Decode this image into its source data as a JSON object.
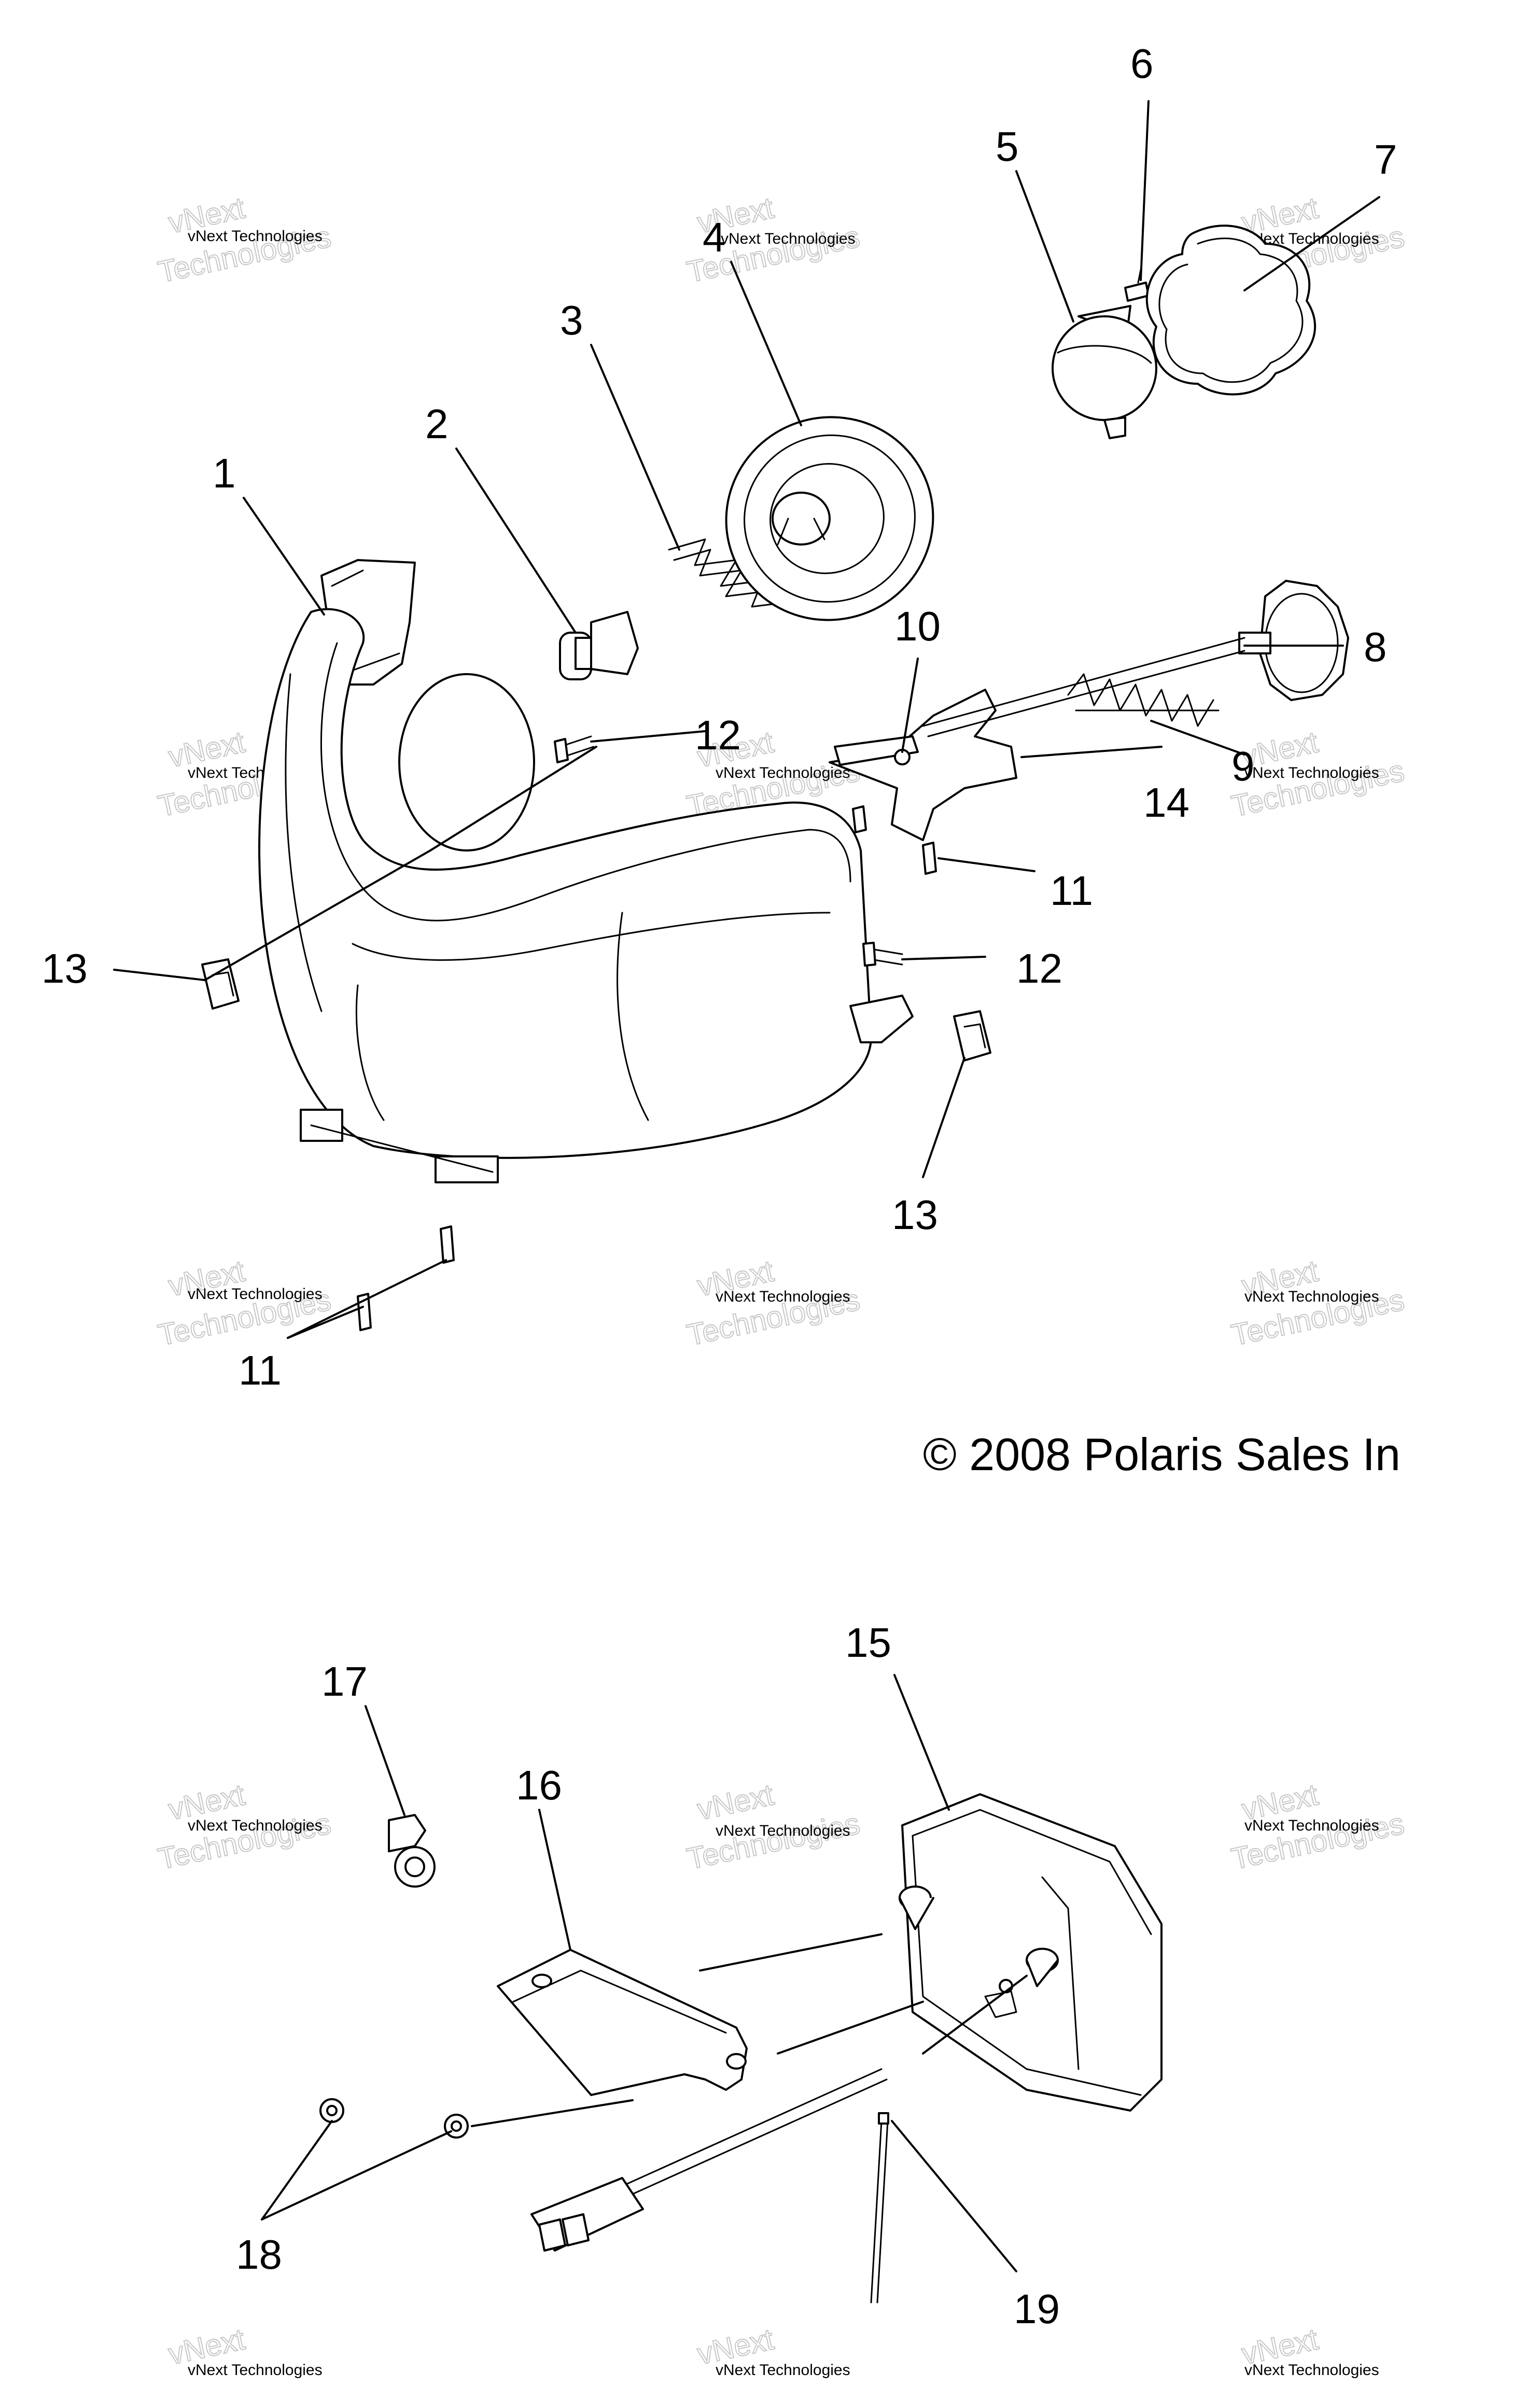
{
  "copyright": "© 2008 Polaris Sales In",
  "watermark": {
    "small": "vNext Technologies",
    "big_line1": "vNext",
    "big_line2": "Technologies"
  },
  "callouts": [
    "1",
    "2",
    "3",
    "4",
    "5",
    "6",
    "7",
    "8",
    "9",
    "10",
    "11",
    "12",
    "13",
    "14",
    "15",
    "16",
    "17",
    "18",
    "19"
  ]
}
